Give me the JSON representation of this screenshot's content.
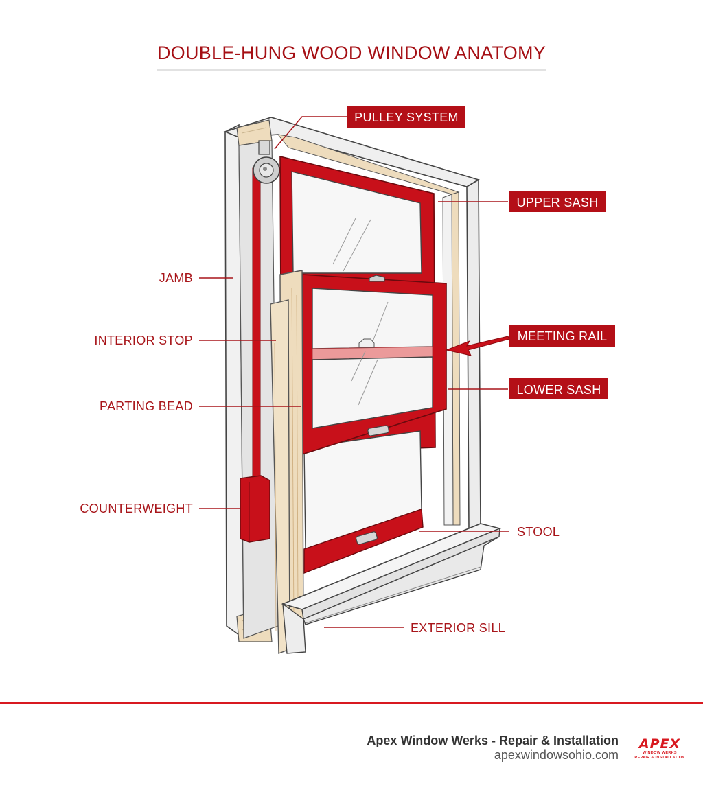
{
  "title": "DOUBLE-HUNG WOOD WINDOW ANATOMY",
  "labels": {
    "pulley_system": "PULLEY SYSTEM",
    "upper_sash": "UPPER SASH",
    "jamb": "JAMB",
    "interior_stop": "INTERIOR STOP",
    "meeting_rail": "MEETING RAIL",
    "lower_sash": "LOWER SASH",
    "parting_bead": "PARTING BEAD",
    "counterweight": "COUNTERWEIGHT",
    "stool": "STOOL",
    "exterior_sill": "EXTERIOR SILL"
  },
  "footer": {
    "company": "Apex Window Werks - Repair & Installation",
    "url": "apexwindowsohio.com",
    "logo_word": "APEX",
    "logo_line1": "WINDOW WERKS",
    "logo_line2": "REPAIR & INSTALLATION"
  },
  "colors": {
    "accent": "#c8101a",
    "label_text": "#a8151a",
    "wood": "#eedcbd",
    "trim": "#ededed"
  }
}
